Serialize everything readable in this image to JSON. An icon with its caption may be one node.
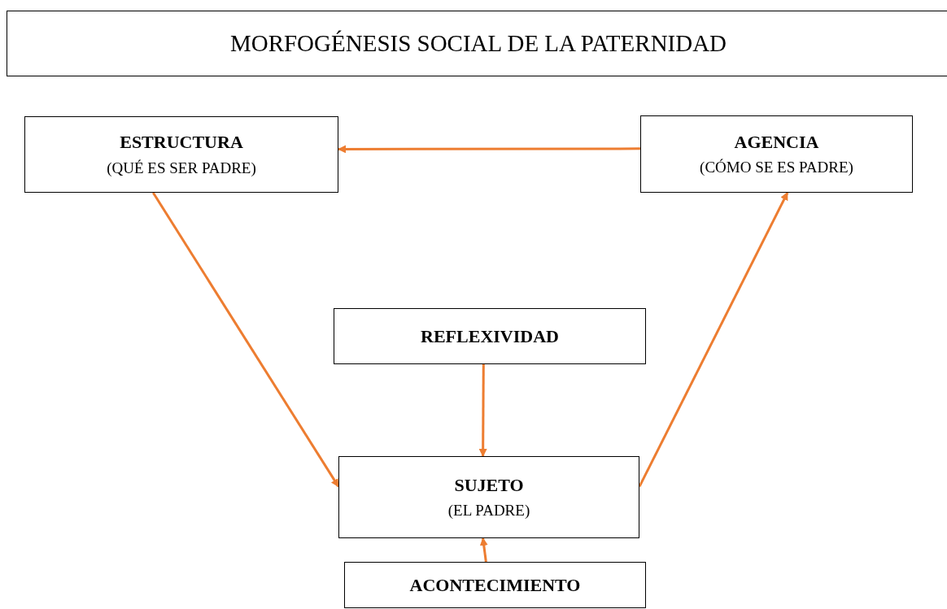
{
  "diagram": {
    "title": "MORFOGÉNESIS SOCIAL DE LA PATERNIDAD",
    "nodes": [
      {
        "text": [
          "ESTRUCTURA",
          "(QUÉ ES SER PADRE)"
        ]
      },
      {
        "text": [
          "AGENCIA",
          "(CÓMO SE ES PADRE)"
        ]
      },
      {
        "text": [
          "REFLEXIVIDAD"
        ]
      },
      {
        "text": [
          "SUJETO",
          "(EL PADRE)"
        ]
      },
      {
        "text": [
          "ACONTECIMIENTO"
        ]
      }
    ],
    "edges": [
      {
        "from": 1,
        "to": 0,
        "arrow": "to",
        "color": "#ed7d31"
      },
      {
        "from": 0,
        "to": 3,
        "arrow": "to",
        "color": "#ed7d31"
      },
      {
        "from": 3,
        "to": 1,
        "arrow": "to",
        "color": "#ed7d31"
      },
      {
        "from": 2,
        "to": 3,
        "arrow": "to",
        "color": "#ed7d31"
      },
      {
        "from": 4,
        "to": 3,
        "arrow": "to",
        "color": "#ed7d31"
      }
    ]
  }
}
